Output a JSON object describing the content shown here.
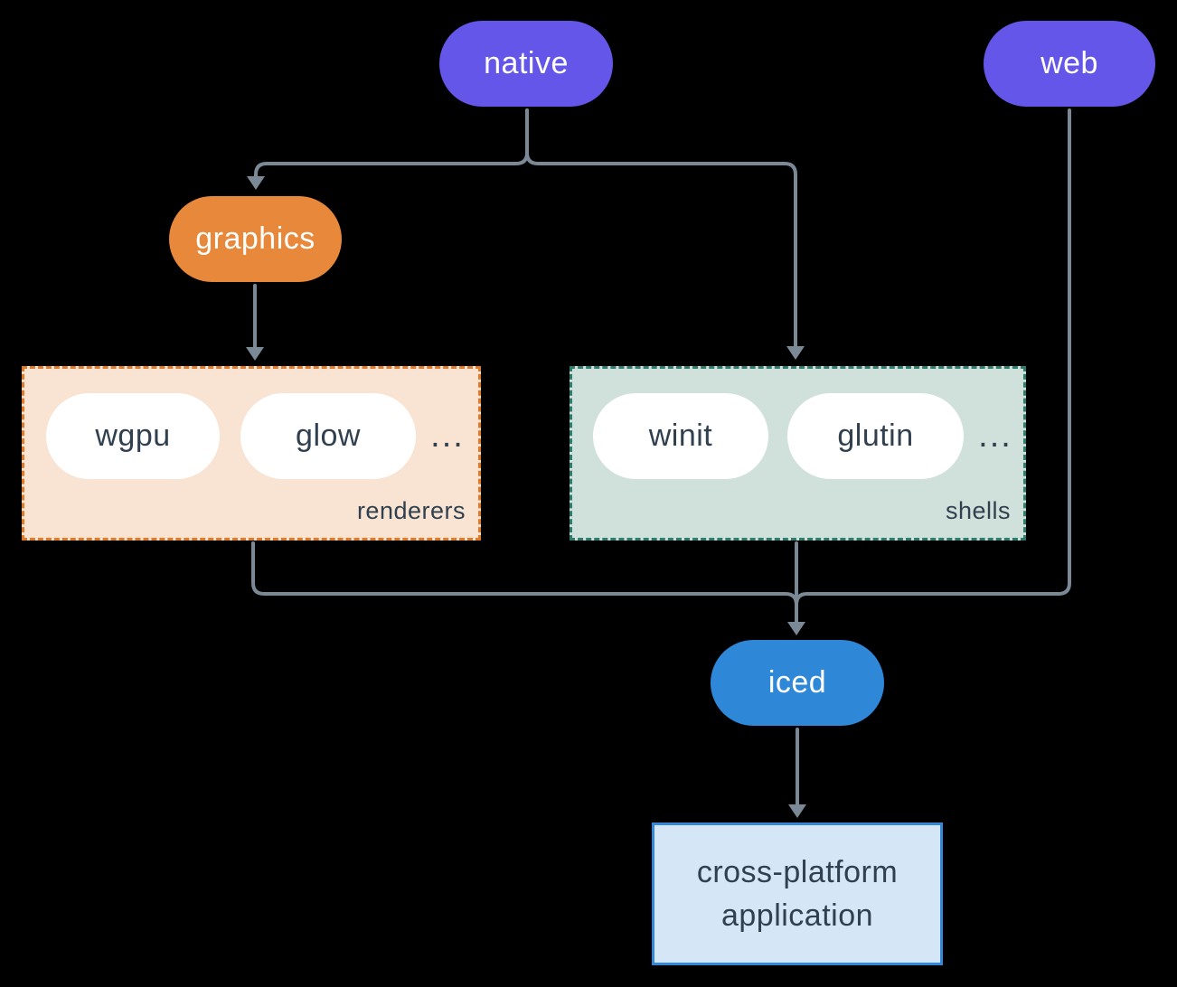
{
  "diagram": {
    "background": "#000000",
    "connector_color": "#7A8995",
    "nodes": {
      "native": {
        "label": "native",
        "fill": "#6456E8",
        "text_color": "#FFFFFF"
      },
      "web": {
        "label": "web",
        "fill": "#6456E8",
        "text_color": "#FFFFFF"
      },
      "graphics": {
        "label": "graphics",
        "fill": "#E8883A",
        "text_color": "#FFFFFF"
      },
      "iced": {
        "label": "iced",
        "fill": "#2E87D7",
        "text_color": "#FFFFFF"
      },
      "application": {
        "label_line1": "cross-platform",
        "label_line2": "application",
        "fill": "#D5E6F7",
        "border_color": "#3389D8",
        "text_color": "#31404E"
      }
    },
    "groups": {
      "renderers": {
        "label": "renderers",
        "items": [
          "wgpu",
          "glow"
        ],
        "ellipsis": "...",
        "fill": "#F9E4D4",
        "border_color": "#E17A28",
        "item_fill": "#FFFFFF",
        "item_text_color": "#31404E",
        "label_color": "#31404E"
      },
      "shells": {
        "label": "shells",
        "items": [
          "winit",
          "glutin"
        ],
        "ellipsis": "...",
        "fill": "#D0E1DB",
        "border_color": "#2E7D6C",
        "item_fill": "#FFFFFF",
        "item_text_color": "#31404E",
        "label_color": "#31404E"
      }
    }
  }
}
